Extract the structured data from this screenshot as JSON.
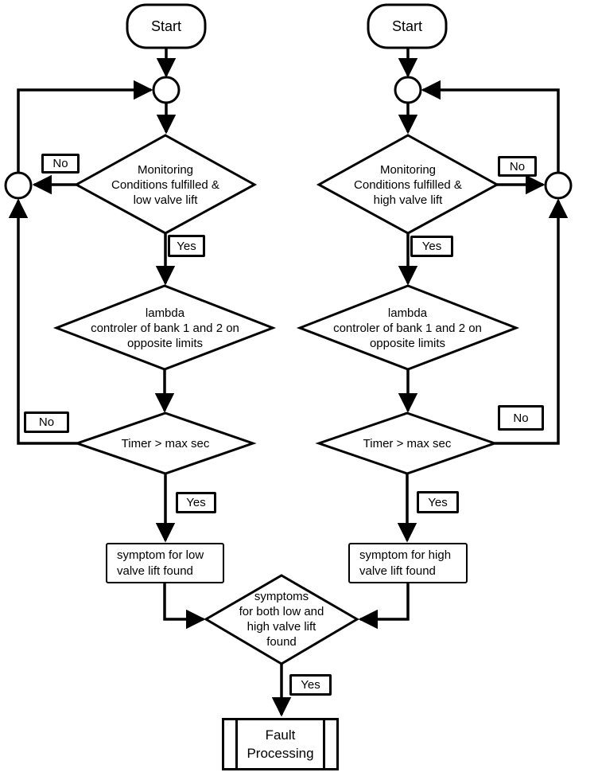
{
  "flowchart": {
    "left": {
      "start": "Start",
      "monitor_decision": "Monitoring\nConditions fulfilled &\nlow valve lift",
      "monitor_no": "No",
      "monitor_yes": "Yes",
      "lambda_decision": "lambda\ncontroler of bank 1 and 2 on\nopposite limits",
      "timer_decision": "Timer > max sec",
      "timer_no": "No",
      "timer_yes": "Yes",
      "symptom": "symptom for low\nvalve lift found"
    },
    "right": {
      "start": "Start",
      "monitor_decision": "Monitoring\nConditions fulfilled &\nhigh valve lift",
      "monitor_no": "No",
      "monitor_yes": "Yes",
      "lambda_decision": "lambda\ncontroler of bank 1 and 2 on\nopposite limits",
      "timer_decision": "Timer > max sec",
      "timer_no": "No",
      "timer_yes": "Yes",
      "symptom": "symptom for high\nvalve lift found"
    },
    "merge": {
      "both_decision": "symptoms\nfor both low and\nhigh valve lift\nfound",
      "both_yes": "Yes",
      "fault_process": "Fault\nProcessing"
    },
    "colors": {
      "stroke": "#000000",
      "background": "#ffffff"
    }
  }
}
